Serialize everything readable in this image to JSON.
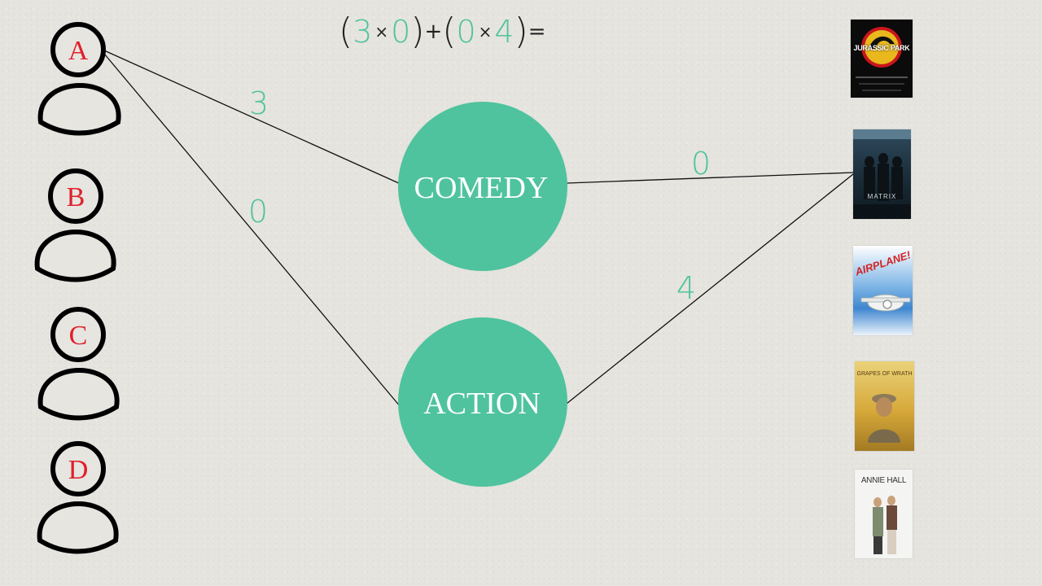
{
  "formula": {
    "open1": "(",
    "a": "3",
    "times1": "×",
    "b": "0",
    "close1": ")",
    "plus": "+",
    "open2": "(",
    "c": "0",
    "times2": "×",
    "d": "4",
    "close2": ")",
    "equals": "="
  },
  "users": [
    {
      "label": "A"
    },
    {
      "label": "B"
    },
    {
      "label": "C"
    },
    {
      "label": "D"
    }
  ],
  "genres": {
    "comedy": "COMEDY",
    "action": "ACTION"
  },
  "weights": {
    "user_a_comedy": "3",
    "user_a_action": "0",
    "comedy_matrix": "0",
    "action_matrix": "4"
  },
  "posters": [
    {
      "title": "JURASSIC PARK"
    },
    {
      "title": "MATRIX"
    },
    {
      "title": "AIRPLANE!"
    },
    {
      "title": "GRAPES OF WRATH"
    },
    {
      "title": "ANNIE HALL"
    }
  ],
  "colors": {
    "accent": "#4fc39d",
    "user_letter": "#e0202a",
    "background": "#e5e4df"
  }
}
